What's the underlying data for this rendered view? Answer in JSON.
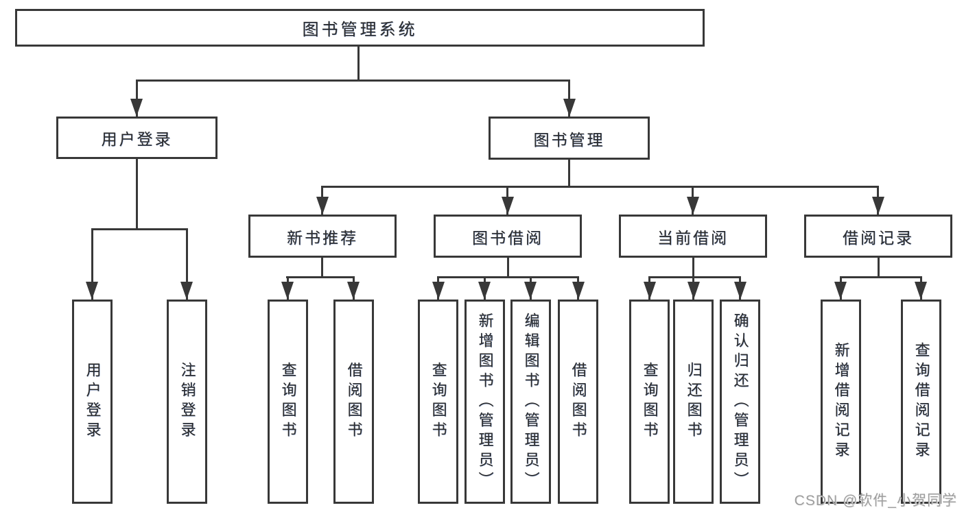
{
  "diagram": {
    "root": {
      "label": "图书管理系统"
    },
    "branches": [
      {
        "label": "用户登录"
      },
      {
        "label": "图书管理"
      }
    ],
    "modules": [
      {
        "label": "新书推荐"
      },
      {
        "label": "图书借阅"
      },
      {
        "label": "当前借阅"
      },
      {
        "label": "借阅记录"
      }
    ],
    "leaves": [
      {
        "label": "用户登录"
      },
      {
        "label": "注销登录"
      },
      {
        "label": "查询图书"
      },
      {
        "label": "借阅图书"
      },
      {
        "label": "查询图书"
      },
      {
        "label": "新增图书（管理员）"
      },
      {
        "label": "编辑图书（管理员）"
      },
      {
        "label": "借阅图书"
      },
      {
        "label": "查询图书"
      },
      {
        "label": "归还图书"
      },
      {
        "label": "确认归还（管理员）"
      },
      {
        "label": "新增借阅记录"
      },
      {
        "label": "查询借阅记录"
      }
    ]
  },
  "watermark": {
    "text": "CSDN @软件_小贺同学"
  },
  "colors": {
    "line": "#383838",
    "text": "#2d2d2d",
    "watermark": "#9d9d9d",
    "background": "#ffffff"
  }
}
